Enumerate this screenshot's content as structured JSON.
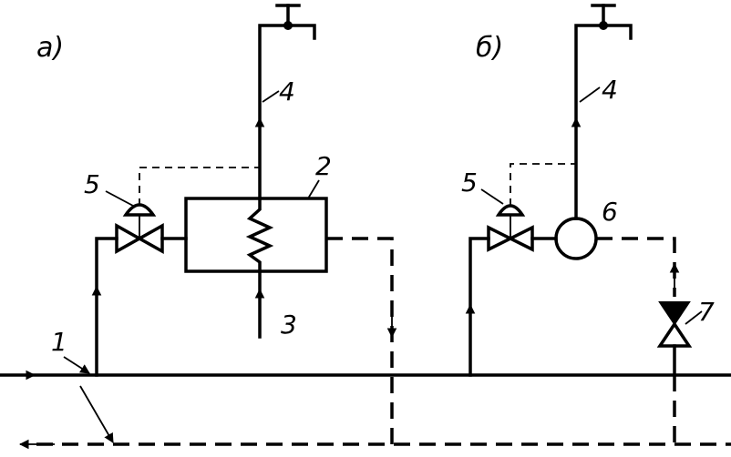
{
  "scheme_a": {
    "title": "а)",
    "labels": {
      "supply_main": "1",
      "heat_exchanger": "2",
      "heated_medium_in": "3",
      "outlet": "4",
      "control_valve": "5"
    }
  },
  "scheme_b": {
    "title": "б)",
    "labels": {
      "outlet": "4",
      "control_valve": "5",
      "mixer": "6",
      "check_valve": "7"
    }
  }
}
